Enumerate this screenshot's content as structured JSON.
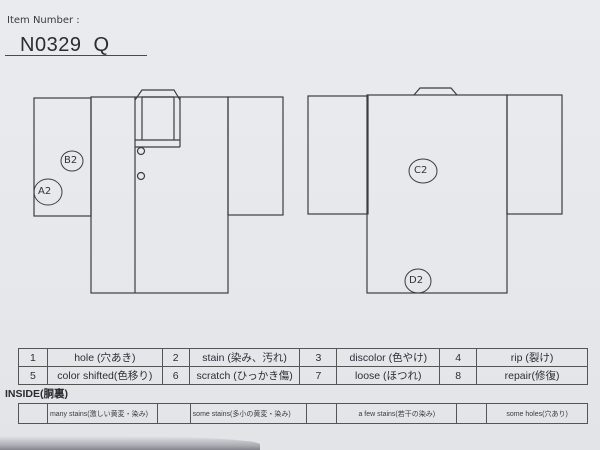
{
  "header": {
    "item_number_label": "Item Number :",
    "item_number_value": "N0329  Q"
  },
  "diagram": {
    "front": {
      "marks": [
        {
          "id": "B2",
          "label": "B2"
        },
        {
          "id": "A2",
          "label": "A2"
        }
      ],
      "buttons": 2
    },
    "back": {
      "marks": [
        {
          "id": "C2",
          "label": "C2"
        },
        {
          "id": "D2",
          "label": "D2"
        }
      ]
    }
  },
  "legend": {
    "rows": [
      [
        {
          "num": "1",
          "text": "hole (穴あき)"
        },
        {
          "num": "2",
          "text": "stain (染み、汚れ)"
        },
        {
          "num": "3",
          "text": "discolor (色やけ)"
        },
        {
          "num": "4",
          "text": "rip (裂け)"
        }
      ],
      [
        {
          "num": "5",
          "text": "color shifted(色移り)"
        },
        {
          "num": "6",
          "text": "scratch (ひっかき傷)"
        },
        {
          "num": "7",
          "text": "loose (ほつれ)"
        },
        {
          "num": "8",
          "text": "repair(修復)"
        }
      ]
    ]
  },
  "inside": {
    "title": "INSIDE(胴裏)",
    "options": [
      {
        "checkbox": "",
        "text": "many stains(激しい黄変・染み)"
      },
      {
        "checkbox": "",
        "text": "some stains(多小の黄変・染み)"
      },
      {
        "checkbox": "",
        "text": "a few stains(若干の染み)"
      },
      {
        "checkbox": "",
        "text": "some holes(穴あり)"
      }
    ]
  }
}
